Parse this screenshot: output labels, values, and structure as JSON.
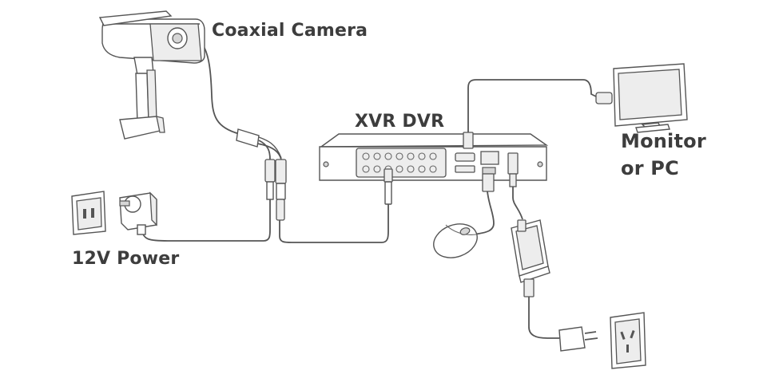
{
  "labels": {
    "camera": "Coaxial Camera",
    "dvr": "XVR DVR",
    "monitor_line1": "Monitor",
    "monitor_line2": "or PC",
    "power": "12V Power"
  },
  "icons": {
    "camera": "bullet-camera-icon",
    "dvr": "xvr-dvr-icon",
    "monitor": "monitor-icon",
    "mouse": "mouse-icon",
    "adapter_12v": "power-adapter-icon",
    "outlet_left": "wall-outlet-icon",
    "outlet_right": "wall-outlet-icon",
    "power_brick": "power-brick-icon"
  },
  "colors": {
    "text": "#3d3d3d",
    "line": "#555555",
    "background": "#ffffff"
  }
}
